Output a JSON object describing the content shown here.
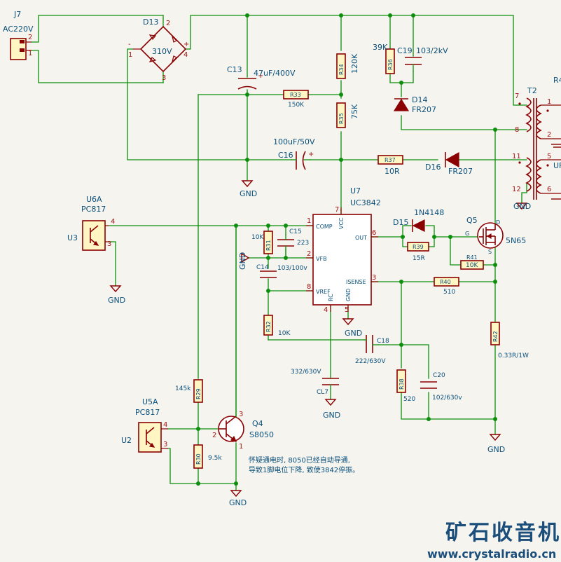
{
  "connector_j7": {
    "ref": "J7",
    "value": "AC220V",
    "pin1": "1",
    "pin2": "2"
  },
  "bridge_d13": {
    "ref": "D13",
    "value": "310V",
    "pin1": "1",
    "pin2": "2",
    "pin3": "3",
    "pin4": "4",
    "minus": "-",
    "plus": "+"
  },
  "c13": {
    "ref": "C13",
    "value": "47uF/400V"
  },
  "c16": {
    "ref": "C16",
    "value": "100uF/50V"
  },
  "c19": {
    "ref": "C19",
    "value": "103/2kV"
  },
  "c15": {
    "ref": "C15",
    "value": "223"
  },
  "c14": {
    "ref": "C14",
    "value": "103/100v"
  },
  "c18": {
    "ref": "C18",
    "value": "222/630V"
  },
  "c17": {
    "ref": "CL7",
    "value": "332/630V"
  },
  "c20": {
    "ref": "C20",
    "value": "102/630v"
  },
  "r33": {
    "ref": "R33",
    "value": "150K"
  },
  "r34": {
    "ref": "R34",
    "value": "120K"
  },
  "r35": {
    "ref": "R35",
    "value": "75K"
  },
  "r36": {
    "ref": "R36",
    "value": "39K"
  },
  "r37": {
    "ref": "R37",
    "value": "10R"
  },
  "r31": {
    "ref": "R31",
    "value": "10K"
  },
  "r32": {
    "ref": "R32",
    "value": "10K"
  },
  "r39": {
    "ref": "R39",
    "value": "15R"
  },
  "r41": {
    "ref": "R41",
    "value": "10K"
  },
  "r40": {
    "ref": "R40",
    "value": "510"
  },
  "r38": {
    "ref": "R38",
    "value": "520"
  },
  "r42": {
    "ref": "R42",
    "value": "0.33R/1W"
  },
  "r29": {
    "ref": "R29",
    "value": "145k"
  },
  "r30": {
    "ref": "R30",
    "value": "9.5k"
  },
  "d14": {
    "ref": "D14",
    "value": "FR207"
  },
  "d16": {
    "ref": "D16",
    "value": "FR207"
  },
  "d15": {
    "ref": "D15",
    "value": "1N4148"
  },
  "q5": {
    "ref": "Q5",
    "value": "5N65",
    "g": "G",
    "s": "S",
    "d": "D"
  },
  "q4": {
    "ref": "Q4",
    "value": "S8050",
    "p1": "1",
    "p2": "2",
    "p3": "3"
  },
  "t2": {
    "ref": "T2",
    "p1": "1",
    "p2": "2",
    "p5": "5",
    "p6": "6",
    "p7": "7",
    "p8": "8",
    "p11": "11",
    "p12": "12",
    "edge_r": "R4",
    "edge_u": "UF"
  },
  "u7": {
    "ref": "U7",
    "value": "UC3842",
    "pins": {
      "comp": "COMP",
      "vfb": "VFB",
      "vref": "VREF",
      "rc": "RC",
      "vcc": "VCC",
      "out": "OUT",
      "isense": "ISENSE",
      "gnd": "GND"
    },
    "nums": {
      "n1": "1",
      "n2": "2",
      "n3": "3",
      "n4": "4",
      "n5": "5",
      "n6": "6",
      "n7": "7",
      "n8": "8"
    }
  },
  "u6a": {
    "ref": "U6A",
    "value": "PC817",
    "label": "U3",
    "p3": "3",
    "p4": "4"
  },
  "u5a": {
    "ref": "U5A",
    "value": "PC817",
    "label": "U2",
    "p3": "3",
    "p4": "4"
  },
  "gnd_label": "GND",
  "note": {
    "line1": "怀疑通电时, 8050已经自动导通,",
    "line2": "导致1脚电位下降, 致使3842停振。"
  },
  "watermark": {
    "title": "矿石收音机",
    "url": "www.crystalradio.cn"
  }
}
